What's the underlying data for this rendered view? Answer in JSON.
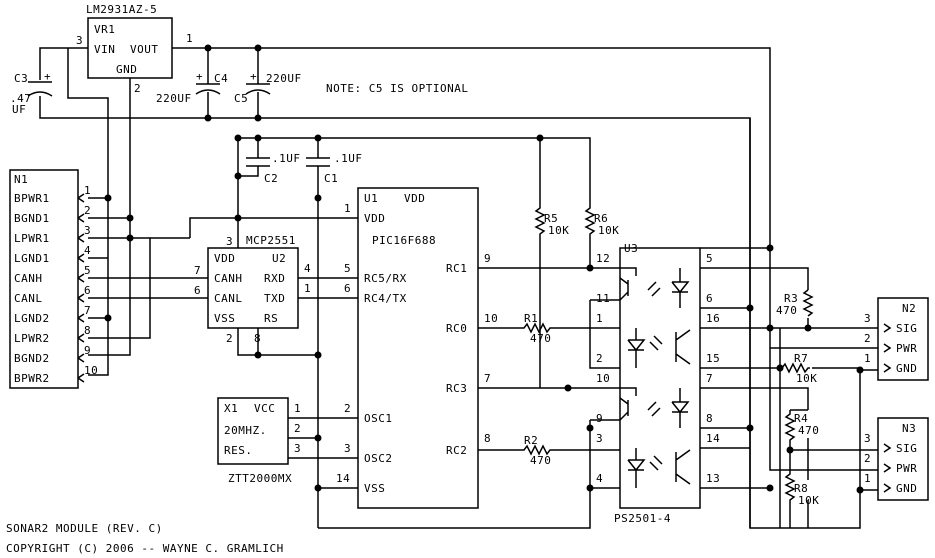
{
  "vr1": {
    "part": "LM2931AZ-5",
    "ref": "VR1",
    "vin": "VIN",
    "vout": "VOUT",
    "gnd": "GND",
    "pin3": "3",
    "pin1": "1",
    "pin2": "2"
  },
  "caps": {
    "c3_ref": "C3",
    "c3_pol": "+",
    "c3_val1": ".47",
    "c3_val2": "UF",
    "c4_ref": "C4",
    "c4_pol": "+",
    "c4_val": "220UF",
    "c5_ref": "C5",
    "c5_pol": "+",
    "c5_val": "220UF",
    "c2_ref": "C2",
    "c2_val": ".1UF",
    "c1_ref": "C1",
    "c1_val": ".1UF"
  },
  "note": "NOTE: C5 IS OPTIONAL",
  "n1": {
    "ref": "N1",
    "pins": [
      {
        "label": "BPWR1",
        "num": "1"
      },
      {
        "label": "BGND1",
        "num": "2"
      },
      {
        "label": "LPWR1",
        "num": "3"
      },
      {
        "label": "LGND1",
        "num": "4"
      },
      {
        "label": "CANH",
        "num": "5"
      },
      {
        "label": "CANL",
        "num": "6"
      },
      {
        "label": "LGND2",
        "num": "7"
      },
      {
        "label": "LPWR2",
        "num": "8"
      },
      {
        "label": "BGND2",
        "num": "9"
      },
      {
        "label": "BPWR2",
        "num": "10"
      }
    ]
  },
  "u2": {
    "ref": "U2",
    "part": "MCP2551",
    "vdd": "VDD",
    "canh": "CANH",
    "canl": "CANL",
    "rxd": "RXD",
    "txd": "TXD",
    "vss": "VSS",
    "rs": "RS",
    "p3": "3",
    "p7": "7",
    "p6": "6",
    "p4": "4",
    "p1": "1",
    "p2": "2",
    "p8": "8"
  },
  "u1": {
    "ref": "U1",
    "vdd_top": "VDD",
    "part": "PIC16F688",
    "vdd": "VDD",
    "rc5": "RC5/RX",
    "rc4": "RC4/TX",
    "osc1": "OSC1",
    "osc2": "OSC2",
    "vss": "VSS",
    "rc1": "RC1",
    "rc0": "RC0",
    "rc3": "RC3",
    "rc2": "RC2",
    "p1": "1",
    "p5": "5",
    "p6": "6",
    "p2": "2",
    "p3": "3",
    "p14": "14",
    "p9": "9",
    "p10": "10",
    "p7": "7",
    "p8": "8"
  },
  "x1": {
    "ref": "X1",
    "vcc": "VCC",
    "freq": "20MHZ.",
    "res": "RES.",
    "part": "ZTT2000MX",
    "p1": "1",
    "p2": "2",
    "p3": "3"
  },
  "resistors": {
    "r5": "R5",
    "r5_val": "10K",
    "r6": "R6",
    "r6_val": "10K",
    "r1": "R1",
    "r1_val": "470",
    "r2": "R2",
    "r2_val": "470",
    "r3": "R3",
    "r3_val": "470",
    "r7": "R7",
    "r7_val": "10K",
    "r4": "R4",
    "r4_val": "470",
    "r8": "R8",
    "r8_val": "10K"
  },
  "u3": {
    "ref": "U3",
    "part": "PS2501-4",
    "left_pins": [
      "12",
      "11",
      "1",
      "2",
      "10",
      "9",
      "3",
      "4"
    ],
    "right_pins": [
      "5",
      "6",
      "16",
      "15",
      "7",
      "8",
      "14",
      "13"
    ]
  },
  "n2": {
    "ref": "N2",
    "sig": "SIG",
    "pwr": "PWR",
    "gnd": "GND",
    "p3": "3",
    "p2": "2",
    "p1": "1"
  },
  "n3": {
    "ref": "N3",
    "sig": "SIG",
    "pwr": "PWR",
    "gnd": "GND",
    "p3": "3",
    "p2": "2",
    "p1": "1"
  },
  "footer": {
    "title": "SONAR2 MODULE (REV. C)",
    "copyright": "COPYRIGHT (C) 2006 -- WAYNE C. GRAMLICH"
  }
}
